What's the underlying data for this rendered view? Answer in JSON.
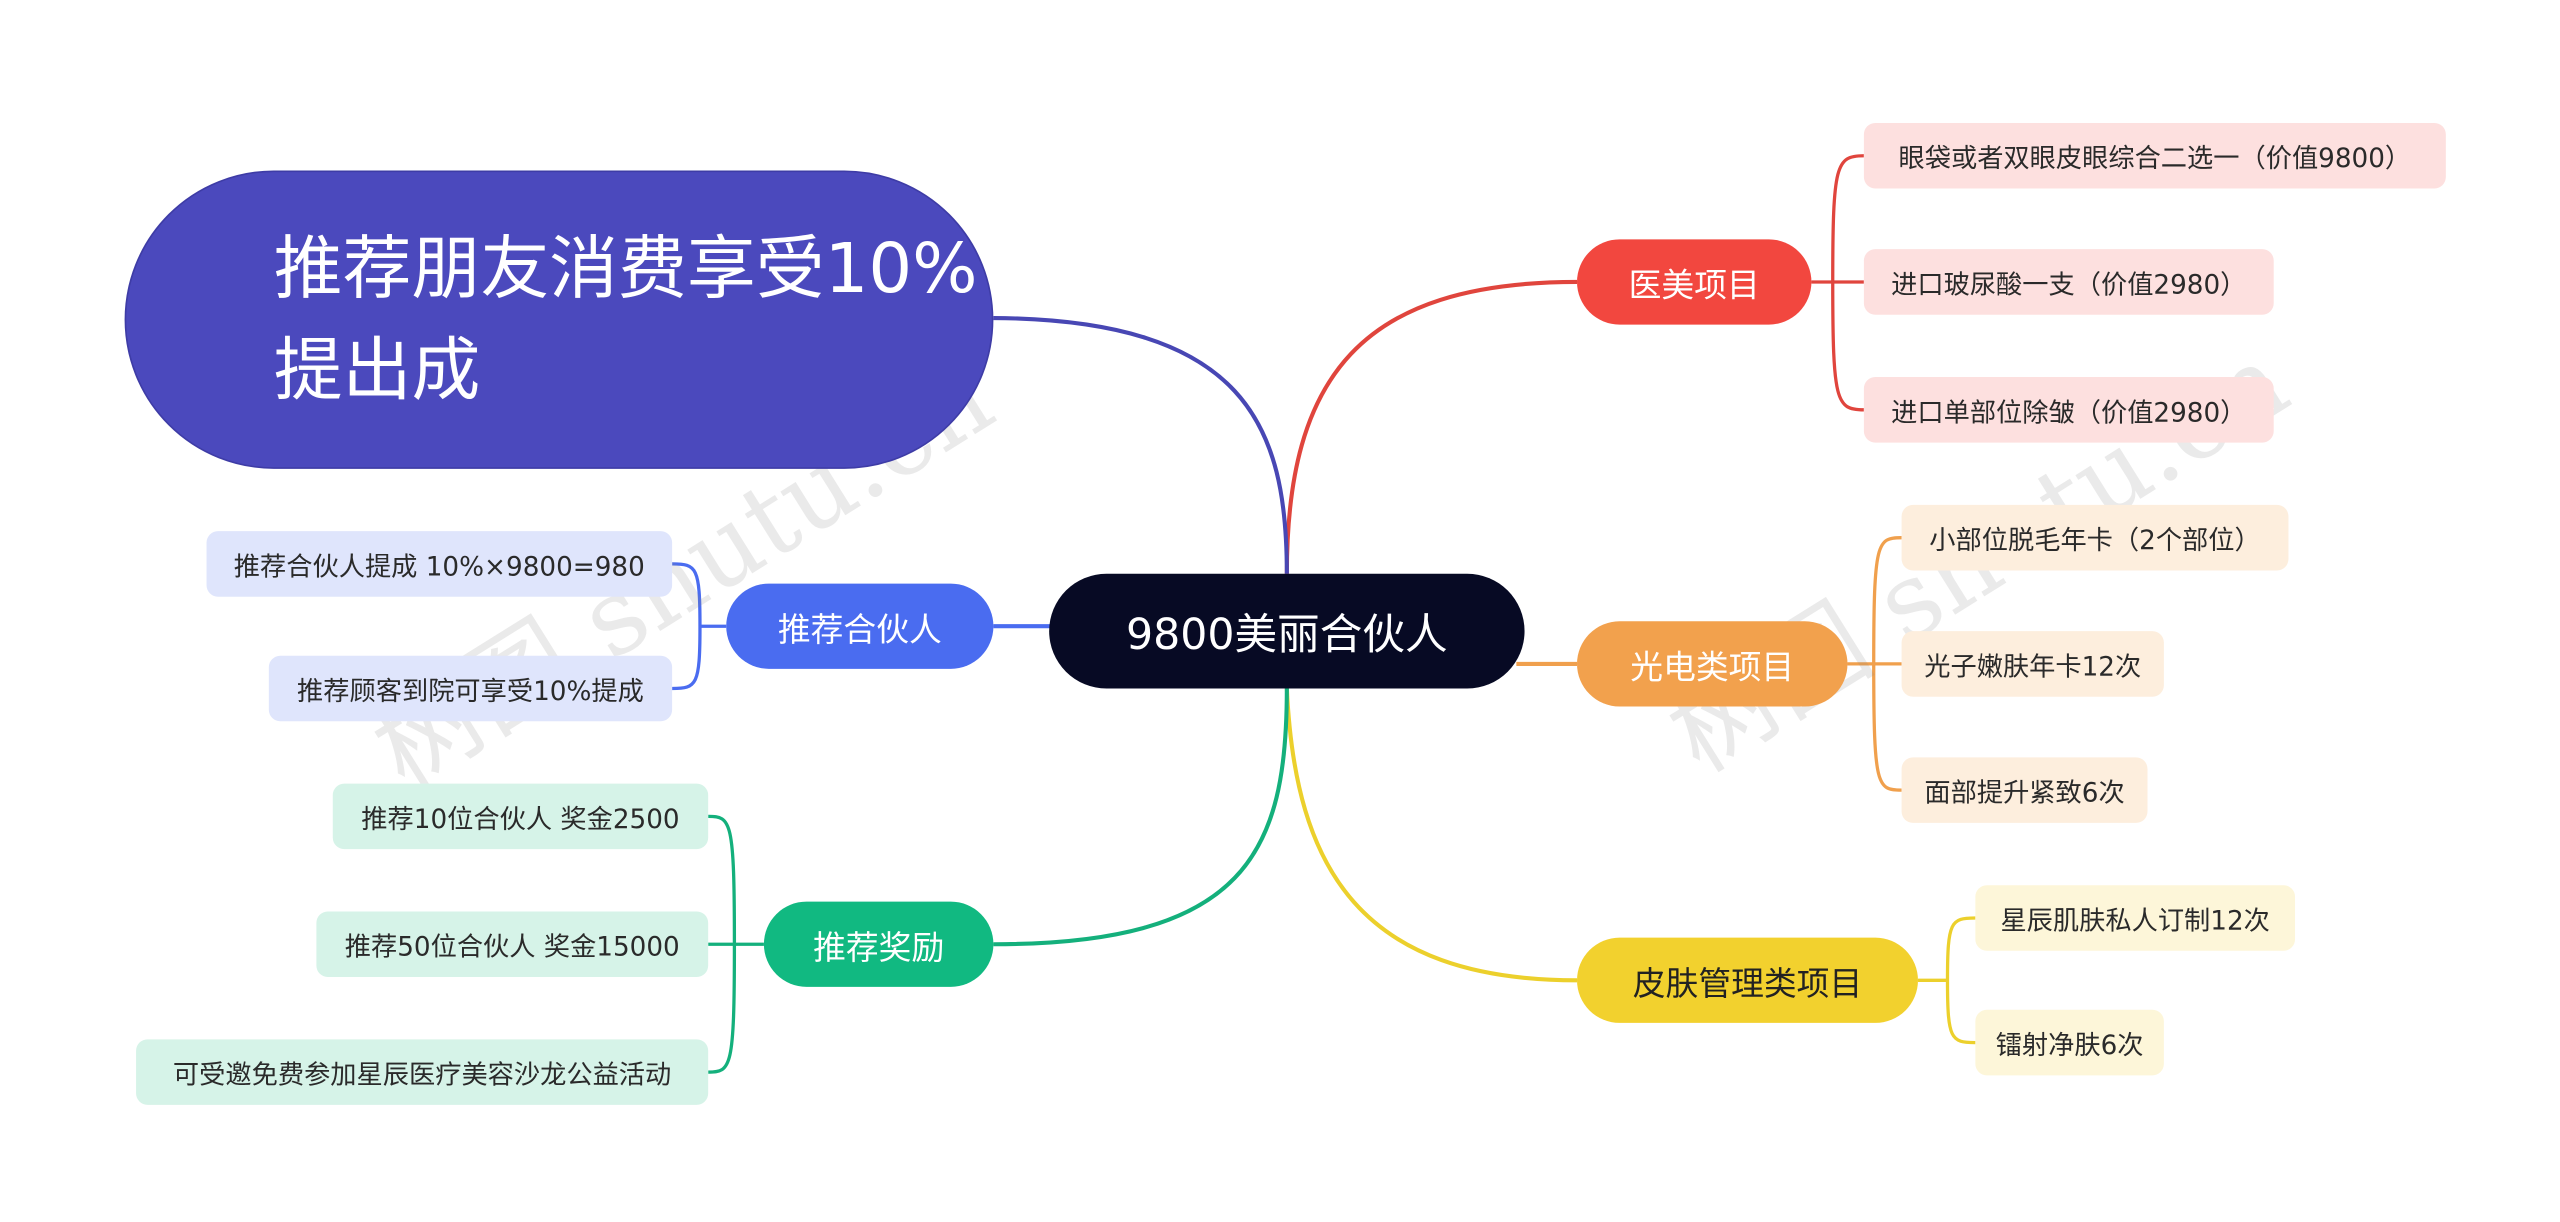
{
  "root": {
    "label": "9800美丽合伙人"
  },
  "floating": {
    "label": "推荐朋友消费享受10%提出成",
    "color": "#4b49bd"
  },
  "branches": {
    "medical": {
      "label": "医美项目",
      "color": "#f2473f",
      "leaves": [
        "眼袋或者双眼皮眼综合二选一（价值9800）",
        "进口玻尿酸一支（价值2980）",
        "进口单部位除皱（价值2980）"
      ]
    },
    "photo": {
      "label": "光电类项目",
      "color": "#f2a14d",
      "leaves": [
        "小部位脱毛年卡（2个部位）",
        "光子嫩肤年卡12次",
        "面部提升紧致6次"
      ]
    },
    "skin": {
      "label": "皮肤管理类项目",
      "color": "#f2d12e",
      "leaves": [
        "星辰肌肤私人订制12次",
        "镭射净肤6次"
      ]
    },
    "partner": {
      "label": "推荐合伙人",
      "color": "#4a6cf0",
      "leaves": [
        "推荐合伙人提成  10%×9800=980",
        "推荐顾客到院可享受10%提成"
      ]
    },
    "reward": {
      "label": "推荐奖励",
      "color": "#11b981",
      "leaves": [
        "推荐10位合伙人  奖金2500",
        "推荐50位合伙人  奖金15000",
        "可受邀免费参加星辰医疗美容沙龙公益活动"
      ]
    }
  },
  "leaf_colors": {
    "medical": "#fde0df",
    "photo": "#fdeedd",
    "skin": "#fdf6d9",
    "partner": "#dfe5fc",
    "reward": "#d6f3e8"
  },
  "watermark": "树图 shutu.cn"
}
